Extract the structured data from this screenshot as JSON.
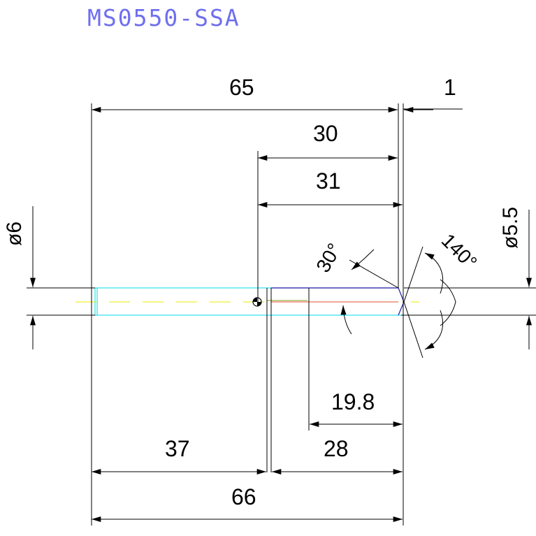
{
  "title": "MS0550-SSA",
  "colors": {
    "line": "#000000",
    "title": "#6f6ff0",
    "body_outline": "#00d8e8",
    "center_line": "#e8e800",
    "flute": "#1a1aa8",
    "chamfer_edge": "#e05030",
    "shank_line": "#80a020"
  },
  "dimensions": {
    "total_length": "65",
    "tip_offset": "1",
    "flute_30": "30",
    "flute_31": "31",
    "shank_dia": "ø6",
    "body_dia": "ø5.5",
    "chamfer_angle": "30°",
    "point_angle": "140°",
    "depth_19_8": "19.8",
    "len_37": "37",
    "len_28": "28",
    "len_66": "66"
  }
}
